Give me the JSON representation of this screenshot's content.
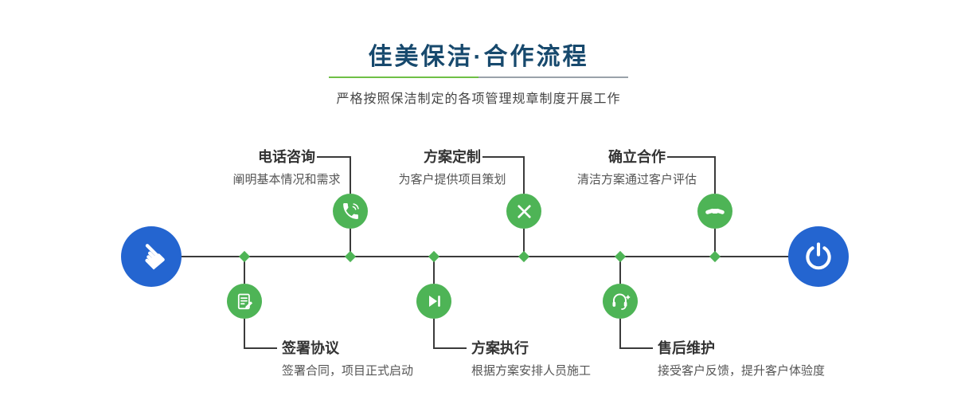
{
  "header": {
    "title": "佳美保洁·合作流程",
    "subtitle": "严格按照保洁制定的各项管理规章制度开展工作"
  },
  "colors": {
    "title_blue": "#17496d",
    "node_blue": "#2465d0",
    "node_green": "#4eb456",
    "divider_green": "#6fbf45",
    "divider_gray": "#9aa2aa",
    "line_dark": "#3b3b3b"
  },
  "icons": {
    "start": "pointer-hand-icon",
    "end": "power-icon",
    "pointer_hand_glyph": "☚"
  },
  "steps": {
    "top": [
      {
        "label": "电话咨询",
        "desc": "阐明基本情况和需求",
        "icon": "phone-icon"
      },
      {
        "label": "方案定制",
        "desc": "为客户提供项目策划",
        "icon": "design-icon"
      },
      {
        "label": "确立合作",
        "desc": "清洁方案通过客户评估",
        "icon": "handshake-icon"
      }
    ],
    "bottom": [
      {
        "label": "签署协议",
        "desc": "签署合同，项目正式启动",
        "icon": "contract-icon"
      },
      {
        "label": "方案执行",
        "desc": "根据方案安排人员施工",
        "icon": "execute-icon"
      },
      {
        "label": "售后维护",
        "desc": "接受客户反馈，提升客户体验度",
        "icon": "support-icon"
      }
    ]
  }
}
